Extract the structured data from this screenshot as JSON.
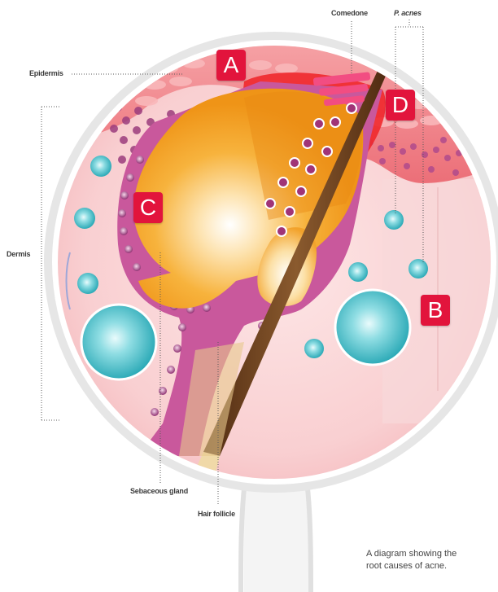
{
  "labels": {
    "epidermis": "Epidermis",
    "dermis": "Dermis",
    "comedone": "Comedone",
    "p_acnes": "P. acnes",
    "sebaceous_gland": "Sebaceous gland",
    "hair_follicle": "Hair follicle"
  },
  "badges": {
    "a": "A",
    "b": "B",
    "c": "C",
    "d": "D"
  },
  "caption": {
    "line1": "A diagram showing the",
    "line2": "root causes of acne."
  },
  "colors": {
    "badge": "#e2143c",
    "skin_pink": "#f7c6c8",
    "epidermis": "#f4878d",
    "inflamed_red": "#f0282c",
    "sebum_orange": "#f5a21f",
    "follicle_purple": "#c24f93",
    "bacteria_teal": "#35b7c3",
    "hair_brown": "#6b3d1c"
  }
}
